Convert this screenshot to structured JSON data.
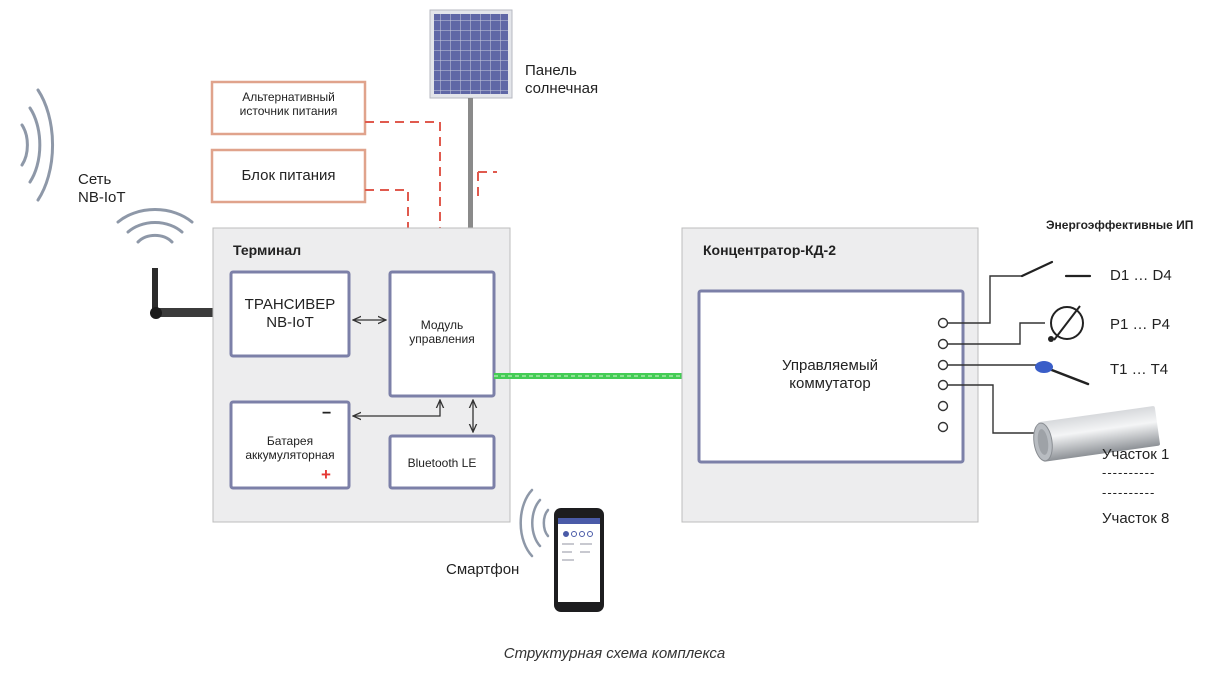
{
  "diagram": {
    "network": {
      "line1": "Сеть",
      "line2": "NB-IoT"
    },
    "solar_panel": {
      "line1": "Панель",
      "line2": "солнечная"
    },
    "alt_power": {
      "line1": "Альтернативный",
      "line2": "источник питания"
    },
    "power_unit": {
      "label": "Блок питания"
    },
    "terminal": {
      "title": "Терминал",
      "transceiver": {
        "line1": "ТРАНСИВЕР",
        "line2": "NB-IoT"
      },
      "control_module": {
        "line1": "Модуль",
        "line2": "управления"
      },
      "battery": {
        "line1": "Батарея",
        "line2": "аккумуляторная",
        "minus": "−",
        "plus": "+"
      },
      "bluetooth": {
        "label": "Bluetooth LE"
      }
    },
    "concentrator": {
      "title": "Концентратор-КД-2",
      "switch": {
        "line1": "Управляемый",
        "line2": "коммутатор"
      }
    },
    "sensors": {
      "title": "Энергоэффективные ИП",
      "items": [
        "D1 … D4",
        "P1 … P4",
        "T1 … T4"
      ],
      "section_first": "Участок 1",
      "dashes": "----------",
      "section_last": "Участок 8"
    },
    "smartphone": {
      "label": "Смартфон"
    }
  },
  "caption": "Структурная схема комплекса",
  "colors": {
    "module_border": "#7c80a8",
    "outer_box_fill": "#ededee",
    "power_box_border": "#e0a38c",
    "dashed_line": "#e05a4e",
    "green_link": "#44cc55",
    "plus": "#e53935"
  }
}
